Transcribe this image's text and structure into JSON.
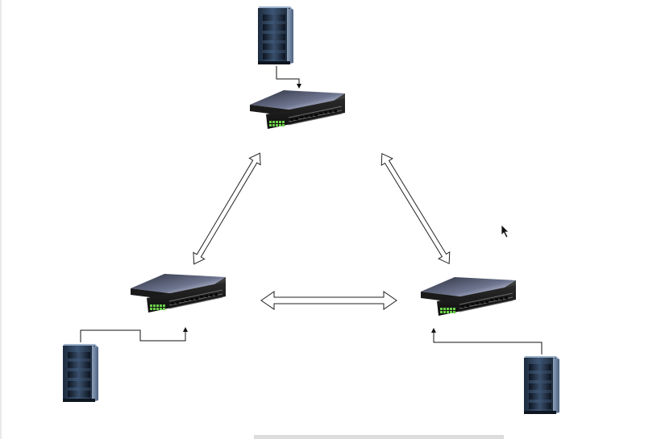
{
  "diagram": {
    "nodes": [
      {
        "id": "switch-top",
        "kind": "network-switch",
        "icon": "network-switch-icon"
      },
      {
        "id": "switch-left",
        "kind": "network-switch",
        "icon": "network-switch-icon"
      },
      {
        "id": "switch-right",
        "kind": "network-switch",
        "icon": "network-switch-icon"
      },
      {
        "id": "server-top",
        "kind": "server-rack",
        "icon": "server-rack-icon"
      },
      {
        "id": "server-left",
        "kind": "server-rack",
        "icon": "server-rack-icon"
      },
      {
        "id": "server-right",
        "kind": "server-rack",
        "icon": "server-rack-icon"
      }
    ],
    "links": [
      {
        "from": "switch-top",
        "to": "switch-left",
        "style": "bidirectional-hollow-arrow"
      },
      {
        "from": "switch-top",
        "to": "switch-right",
        "style": "bidirectional-hollow-arrow"
      },
      {
        "from": "switch-left",
        "to": "switch-right",
        "style": "bidirectional-hollow-arrow"
      },
      {
        "from": "server-top",
        "to": "switch-top",
        "style": "elbow-connector"
      },
      {
        "from": "server-left",
        "to": "switch-left",
        "style": "elbow-connector"
      },
      {
        "from": "server-right",
        "to": "switch-right",
        "style": "elbow-connector"
      }
    ]
  }
}
